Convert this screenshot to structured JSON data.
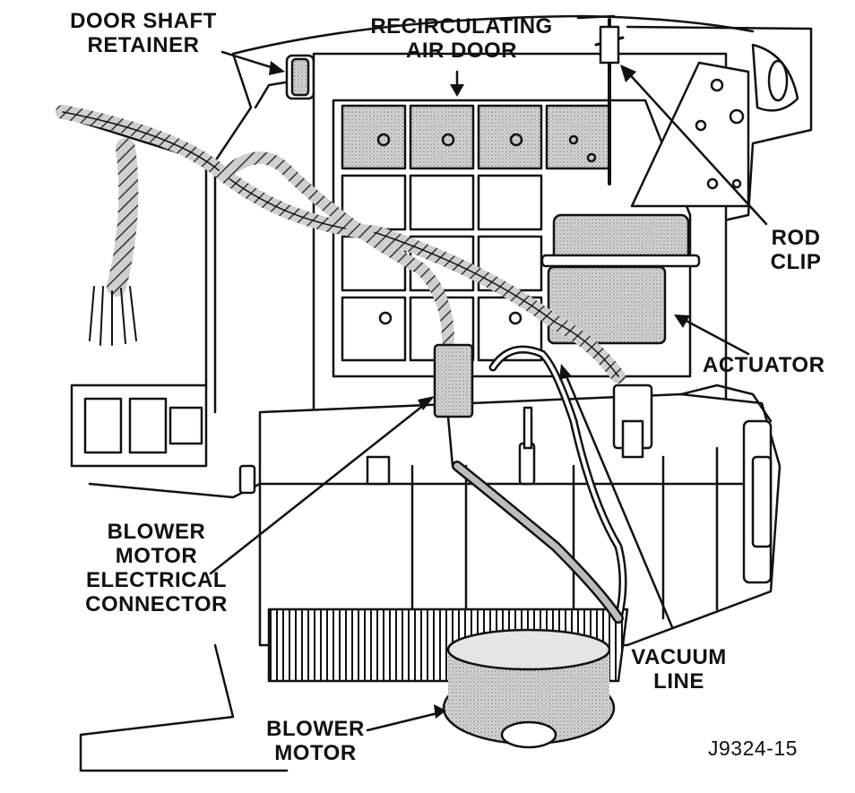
{
  "figure": {
    "id_label": "J9324-15",
    "ink_color": "#111111",
    "shading_color": "#bdbdbd"
  },
  "callouts": {
    "door_shaft_retainer": "DOOR SHAFT\nRETAINER",
    "recirculating_air_door": "RECIRCULATING\nAIR DOOR",
    "rod_clip": "ROD\nCLIP",
    "actuator": "ACTUATOR",
    "blower_motor_electrical_connector": "BLOWER\nMOTOR\nELECTRICAL\nCONNECTOR",
    "vacuum_line": "VACUUM\nLINE",
    "blower_motor": "BLOWER\nMOTOR"
  }
}
